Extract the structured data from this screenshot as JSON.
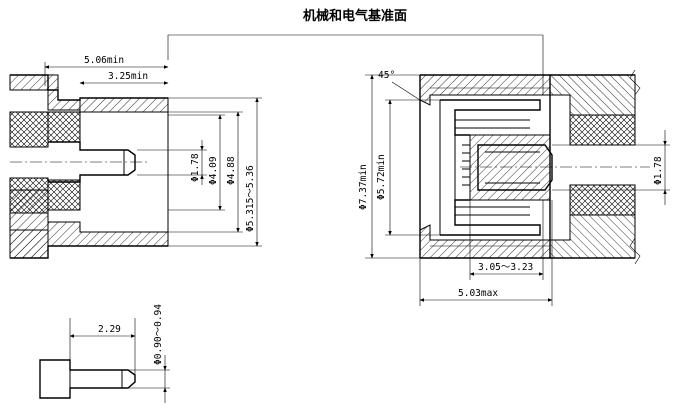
{
  "title": "机械和电气基准面",
  "left_view": {
    "dims": {
      "d506": "5.06min",
      "d325": "3.25min",
      "phi178": "Φ1.78",
      "phi409": "Φ4.09",
      "phi488": "Φ4.88",
      "phi5315": "Φ5.315～5.36"
    }
  },
  "right_view": {
    "dims": {
      "angle": "45°",
      "phi737": "Φ7.37min",
      "phi572": "Φ5.72min",
      "phi178": "Φ1.78",
      "d305": "3.05～3.23",
      "d503": "5.03max"
    }
  },
  "pin_view": {
    "dims": {
      "d229": "2.29",
      "phi090": "Φ0.90～0.94"
    }
  }
}
